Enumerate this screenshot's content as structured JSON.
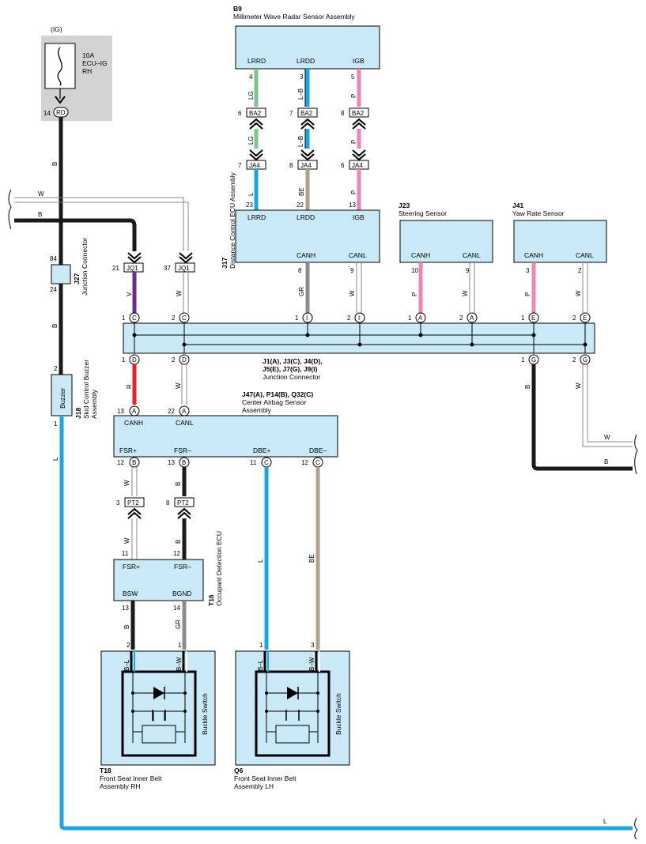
{
  "fuse": {
    "ig": "(IG)",
    "amp": "10A",
    "name1": "ECU–IG",
    "name2": "RH",
    "pin": "14",
    "conn": "RD"
  },
  "b9": {
    "id": "B9",
    "name": "Millimeter Wave Radar Sensor Assembly",
    "t1": "LRRD",
    "t2": "LRDD",
    "t3": "IGB",
    "p1": "4",
    "p2": "3",
    "p3": "5"
  },
  "ba2": {
    "conn": "BA2",
    "p1": "6",
    "p2": "7",
    "p3": "8"
  },
  "ja4": {
    "conn": "JA4",
    "p1": "7",
    "p2": "8",
    "p3": "6"
  },
  "j17": {
    "id": "J17",
    "name": "Distance Control ECU Assembly",
    "t1": "LRRD",
    "t2": "LRDD",
    "t3": "IGB",
    "t4": "CANH",
    "t5": "CANL",
    "p1": "23",
    "p2": "22",
    "p3": "13",
    "p4": "8",
    "p5": "9"
  },
  "j23": {
    "id": "J23",
    "name": "Steering Sensor",
    "t1": "CANH",
    "t2": "CANL",
    "p1": "10",
    "p2": "9"
  },
  "j41": {
    "id": "J41",
    "name": "Yaw Rate Sensor",
    "t1": "CANH",
    "t2": "CANL",
    "p1": "3",
    "p2": "2"
  },
  "j27": {
    "id": "J27",
    "name": "Junction Connector",
    "p1": "84",
    "p2": "24"
  },
  "jq1": {
    "conn": "JQ1",
    "p1": "21",
    "p2": "37"
  },
  "junction": {
    "line1": "J1(A), J3(C), J4(D),",
    "line2": "J5(E), J7(G), J9(I)",
    "name": "Junction Connector",
    "top": [
      {
        "p": "1",
        "c": "C"
      },
      {
        "p": "2",
        "c": "C"
      },
      {
        "p": "1",
        "c": "I"
      },
      {
        "p": "2",
        "c": "I"
      },
      {
        "p": "1",
        "c": "A"
      },
      {
        "p": "2",
        "c": "A"
      },
      {
        "p": "1",
        "c": "E"
      },
      {
        "p": "2",
        "c": "E"
      }
    ],
    "bot": [
      {
        "p": "1",
        "c": "D"
      },
      {
        "p": "2",
        "c": "D"
      },
      {
        "p": "1",
        "c": "G"
      },
      {
        "p": "2",
        "c": "G"
      }
    ]
  },
  "j18": {
    "id": "J18",
    "name1": "Skid Control Buzzer",
    "name2": "Assembly",
    "label": "Buzzer",
    "p1": "2",
    "p2": "1"
  },
  "j47": {
    "id": "J47(A), P14(B), Q32(C)",
    "name1": "Center Airbag Sensor",
    "name2": "Assembly",
    "t1": "CANH",
    "t2": "CANL",
    "t3": "FSR+",
    "t4": "FSR–",
    "t5": "DBE+",
    "t6": "DBE–",
    "p1": "13",
    "c1": "A",
    "p2": "22",
    "c2": "A",
    "p3": "12",
    "c3": "B",
    "p4": "13",
    "c4": "B",
    "p5": "11",
    "c5": "C",
    "p6": "12",
    "c6": "C"
  },
  "pt2": {
    "conn": "PT2",
    "p1": "3",
    "p2": "8"
  },
  "t16": {
    "id": "T16",
    "name": "Occupant Detection ECU",
    "t1": "FSR+",
    "t2": "FSR–",
    "t3": "BSW",
    "t4": "BGND",
    "p1": "11",
    "p2": "12",
    "p3": "13",
    "p4": "14"
  },
  "t18": {
    "id": "T18",
    "name1": "Front Seat Inner Belt",
    "name2": "Assembly RH",
    "sw": "Buckle Switch",
    "w1": "B–L",
    "w2": "B–W",
    "p1": "2",
    "p2": "1"
  },
  "q6": {
    "id": "Q6",
    "name1": "Front Seat Inner Belt",
    "name2": "Assembly LH",
    "sw": "Buckle Switch",
    "w1": "B–L",
    "w2": "B–W",
    "p1": "1",
    "p2": "3"
  },
  "wires": {
    "B": "B",
    "W": "W",
    "V": "V",
    "R": "R",
    "L": "L",
    "LG": "LG",
    "LB": "L–B",
    "P": "P",
    "BE": "BE",
    "GR": "GR"
  },
  "colors": {
    "black": "#1a1a1a",
    "purple": "#6a2c8f",
    "red": "#e8202a",
    "blue": "#19a6e4",
    "green": "#7cc690",
    "pink": "#ef84b4",
    "tan": "#b0a08a",
    "gray": "#8c8c8c",
    "box": "#c9e9f6",
    "fuseBg": "#d2d2d2"
  }
}
